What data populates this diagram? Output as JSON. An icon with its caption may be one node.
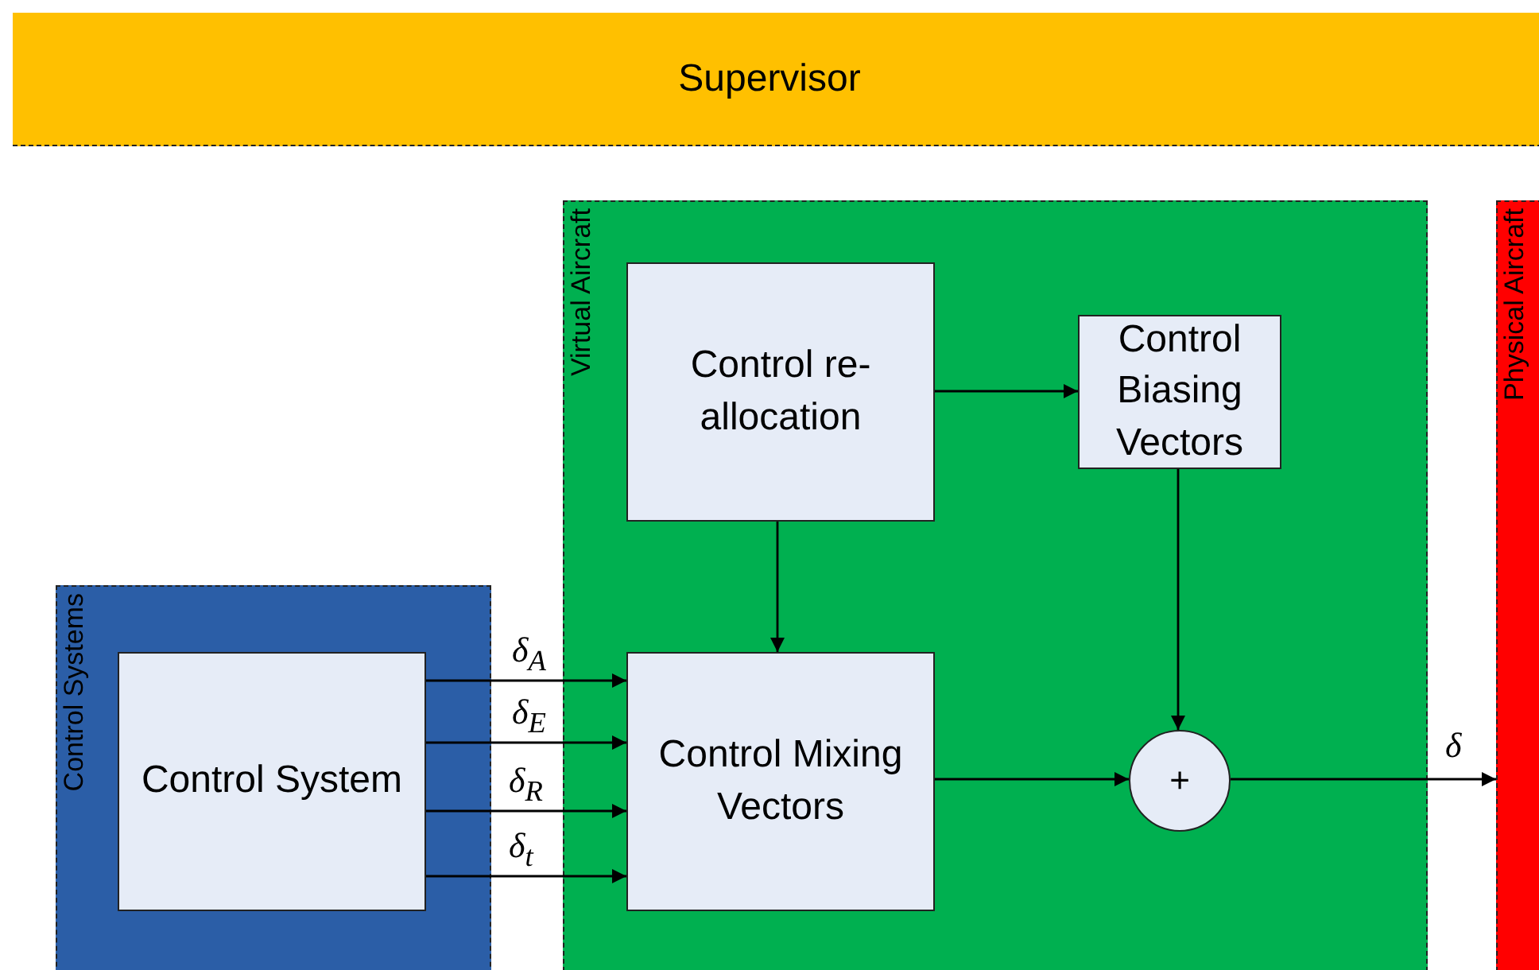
{
  "diagram": {
    "nodes": [
      {
        "text": [
          "Supervisor"
        ]
      },
      {
        "text": [
          "Control Systems"
        ]
      },
      {
        "text": [
          "Control System"
        ],
        "in": 1
      },
      {
        "text": [
          "Virtual Aircraft"
        ]
      },
      {
        "text": [
          "Control re-allocation"
        ],
        "in": 3
      },
      {
        "text": [
          "Control Biasing Vectors"
        ],
        "in": 3
      },
      {
        "text": [
          "Control Mixing Vectors"
        ],
        "in": 3
      },
      {
        "text": [
          "+"
        ],
        "in": 3
      },
      {
        "text": [
          "Physical Aircraft"
        ]
      }
    ],
    "edges": [
      {
        "from": 2,
        "to": 6,
        "arrow": "to",
        "label": "δ$_{A}$"
      },
      {
        "from": 2,
        "to": 6,
        "arrow": "to",
        "label": "δ$_{E}$"
      },
      {
        "from": 2,
        "to": 6,
        "arrow": "to",
        "label": "δ$_{R}$"
      },
      {
        "from": 2,
        "to": 6,
        "arrow": "to",
        "label": "δ$_{t}$"
      },
      {
        "from": 4,
        "to": 5,
        "arrow": "to"
      },
      {
        "from": 4,
        "to": 6,
        "arrow": "to"
      },
      {
        "from": 5,
        "to": 7,
        "arrow": "to"
      },
      {
        "from": 6,
        "to": 7,
        "arrow": "to"
      },
      {
        "from": 7,
        "to": 8,
        "arrow": "to",
        "label": "δ"
      }
    ]
  }
}
